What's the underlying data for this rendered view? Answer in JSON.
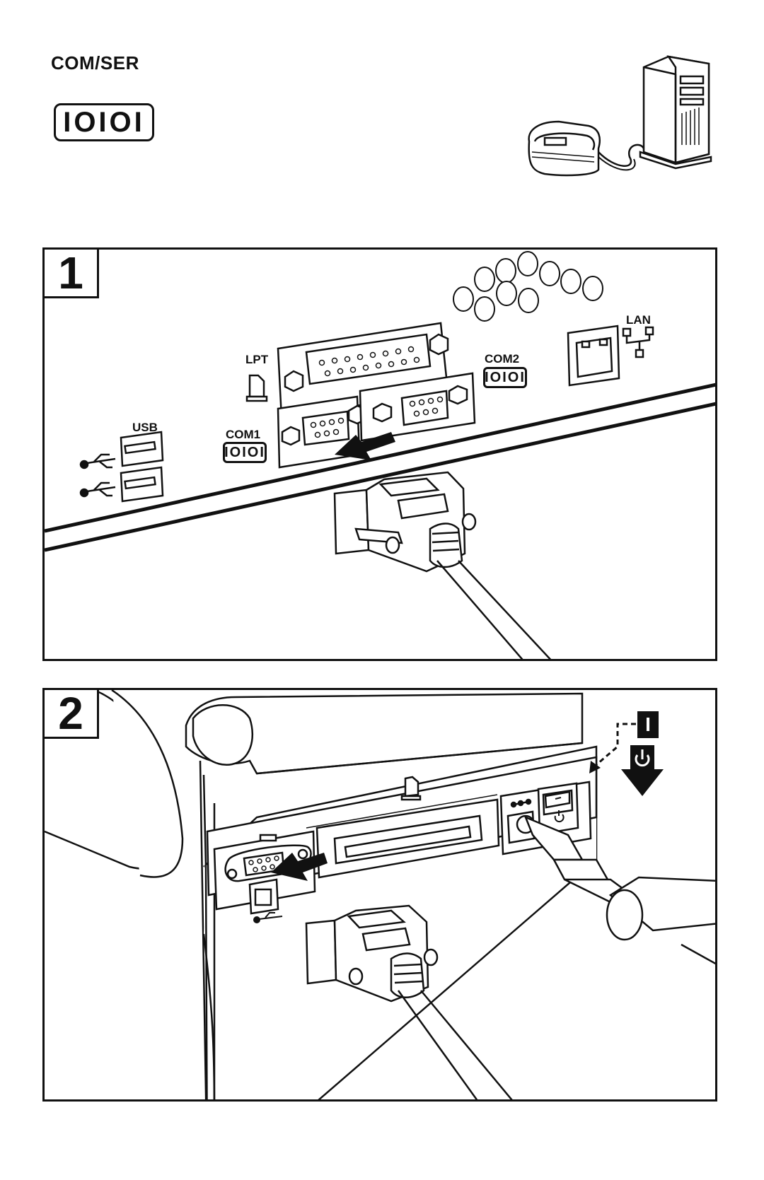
{
  "header": {
    "title": "COM/SER",
    "serial_symbol": "IOIOI"
  },
  "panel1": {
    "step": "1",
    "labels": {
      "lpt": "LPT",
      "com2": "COM2",
      "com2_symbol": "IOIOI",
      "lan": "LAN",
      "usb": "USB",
      "com1": "COM1",
      "com1_symbol": "IOIOI"
    }
  },
  "panel2": {
    "step": "2",
    "power_on_symbol": "I"
  },
  "icons": [
    "desktop-computer-icon",
    "label-printer-icon",
    "usb-icon",
    "printer-icon",
    "lan-icon",
    "power-icon",
    "arrow-icon"
  ]
}
